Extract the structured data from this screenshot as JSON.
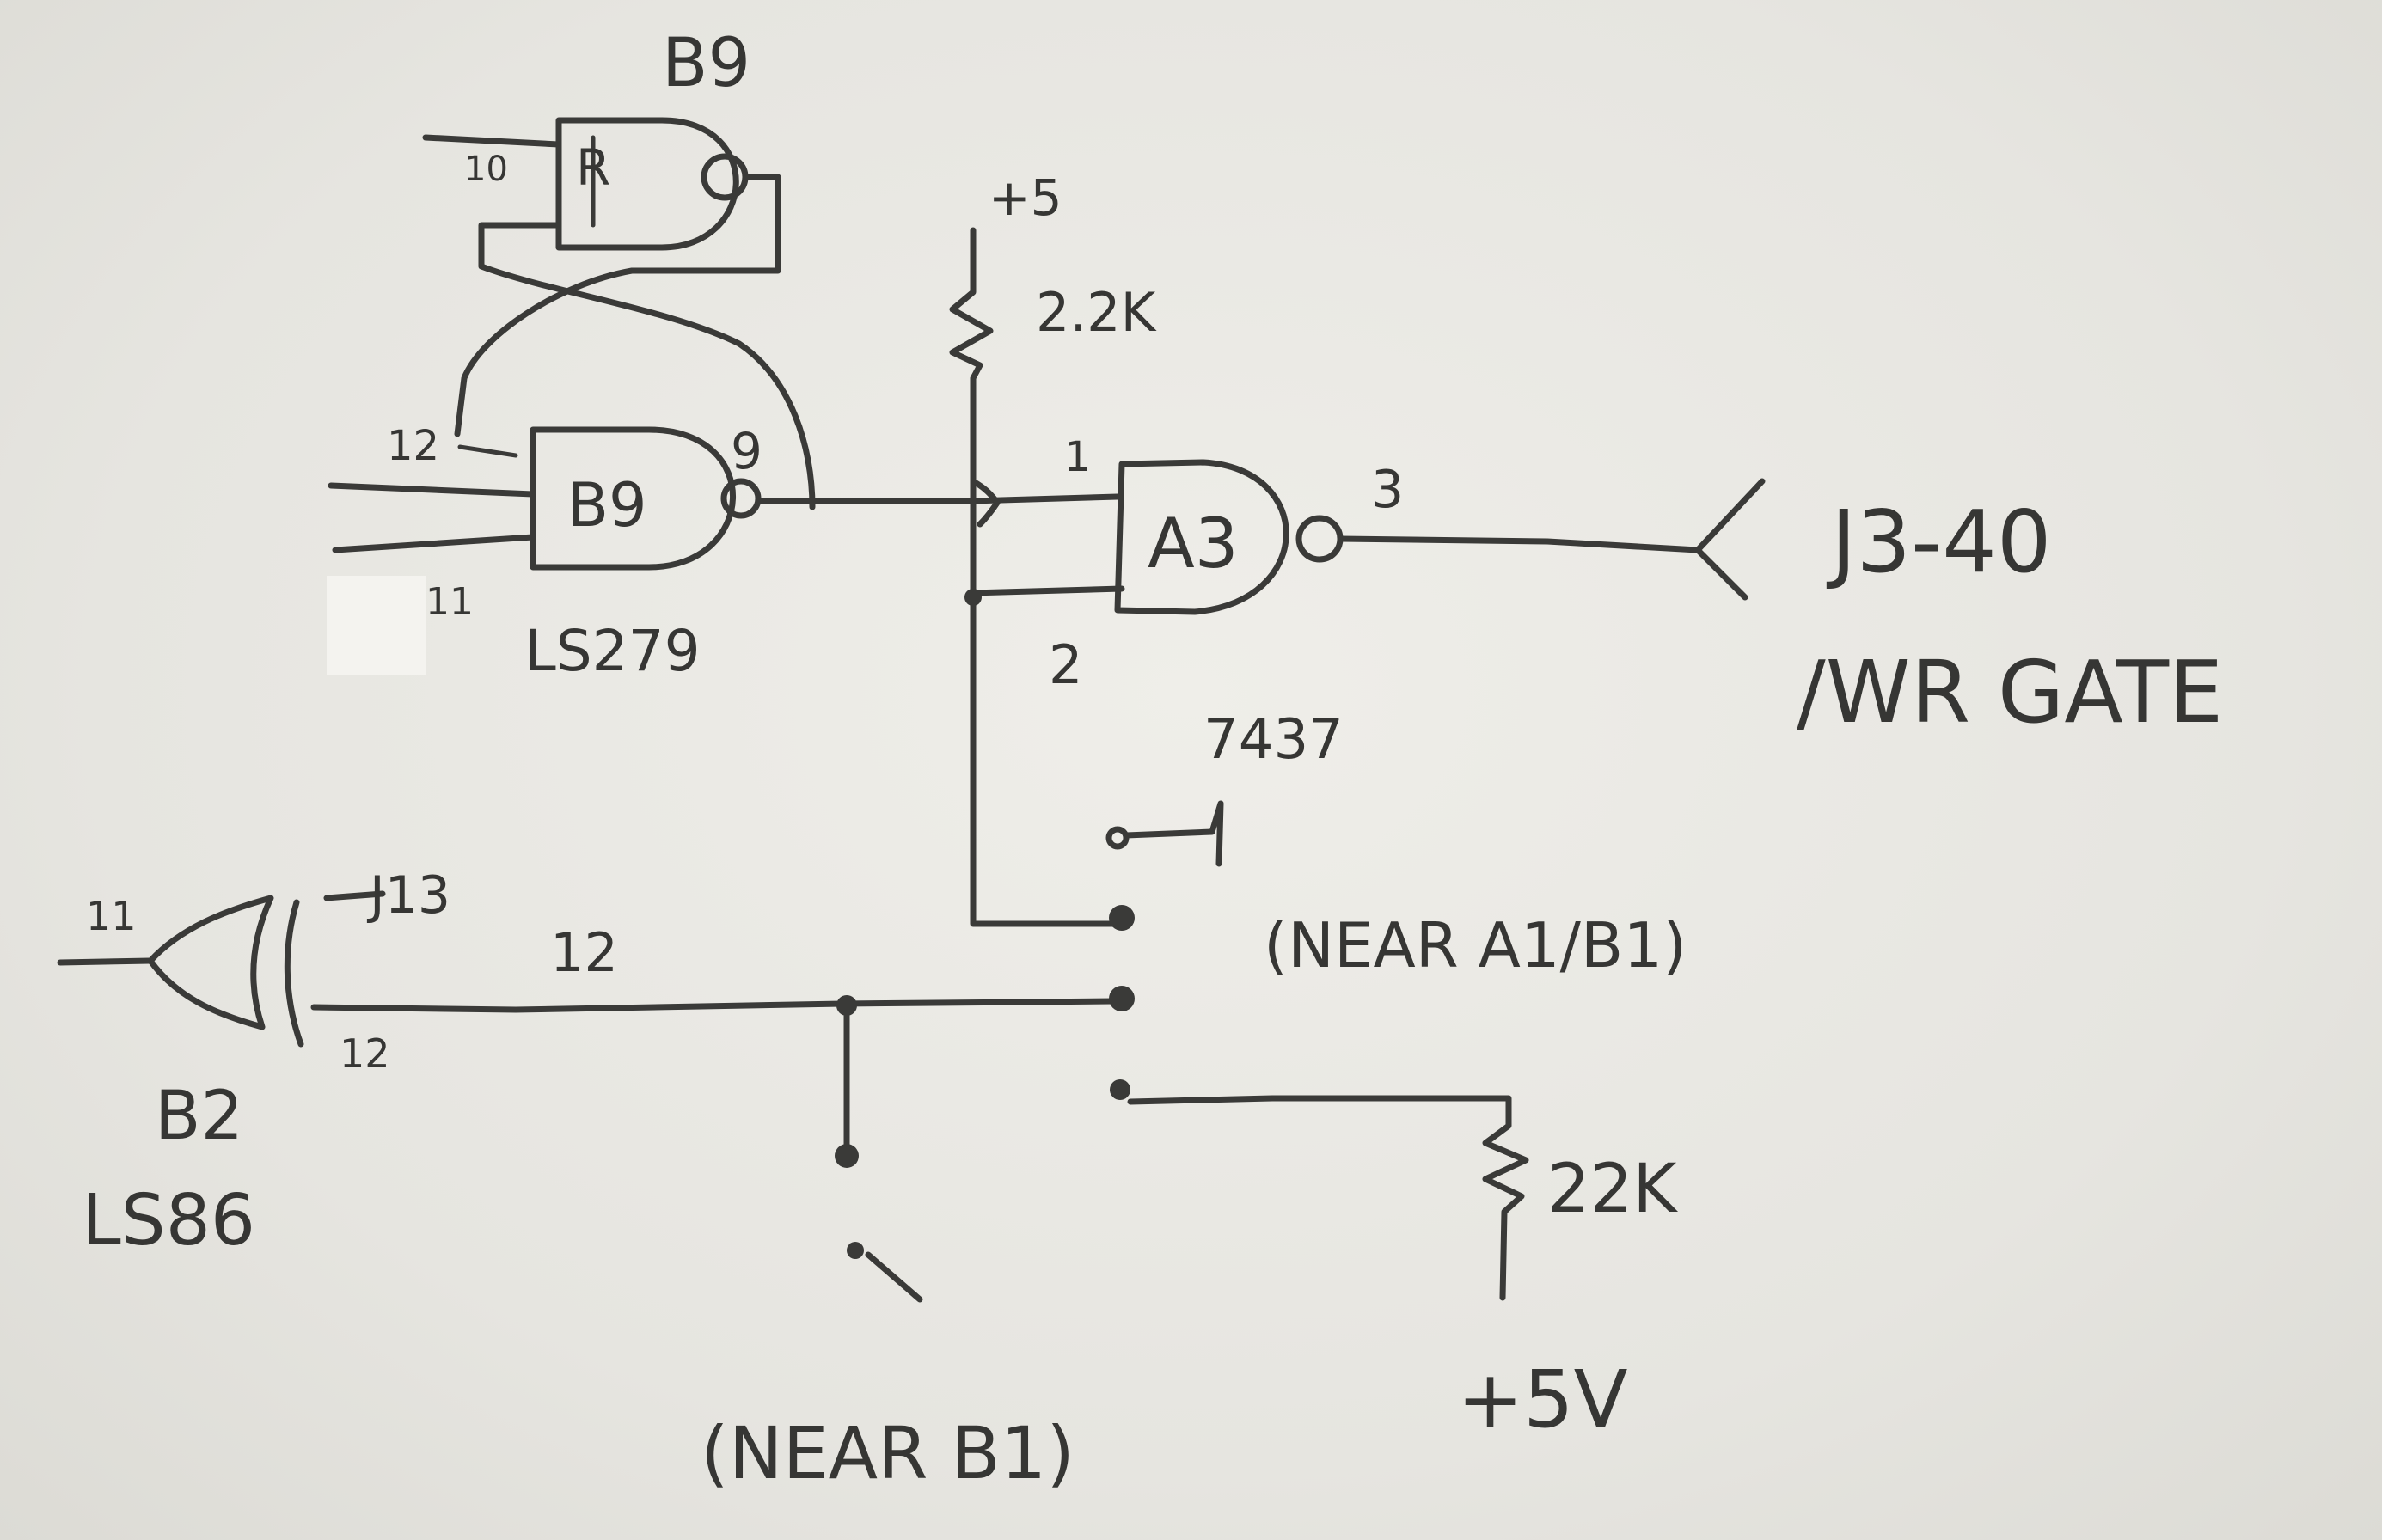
{
  "diagram": {
    "medium": "hand-drawn pencil schematic on paper",
    "ink_color": "#3a3a38",
    "paper_color": "#e9e8e3",
    "labels": {
      "top_chip": "B9",
      "top_gate_input_pin": "10",
      "top_gate_mark": "R",
      "pullup_supply": "+5",
      "pullup_value": "2.2K",
      "b9_pin_12": "12",
      "b9_pin_9": "9",
      "b9_pin_11": "11",
      "b9_gate_mark": "B9",
      "b9_part": "LS279",
      "a3_pin_1": "1",
      "a3_pin_2": "2",
      "a3_pin_3": "3",
      "a3_gate_mark": "A3",
      "a3_part": "7437",
      "connector": "J3-40",
      "signal": "/WR GATE",
      "jumper_location": "(NEAR A1/B1)",
      "xor_in_pin": "11",
      "xor_out_label": "J13",
      "xor_pin_12": "12",
      "wire_12": "12",
      "xor_chip": "B2",
      "xor_part": "LS86",
      "ground_location": "(NEAR B1)",
      "pullup2_value": "22K",
      "pullup2_supply": "+5V"
    }
  }
}
